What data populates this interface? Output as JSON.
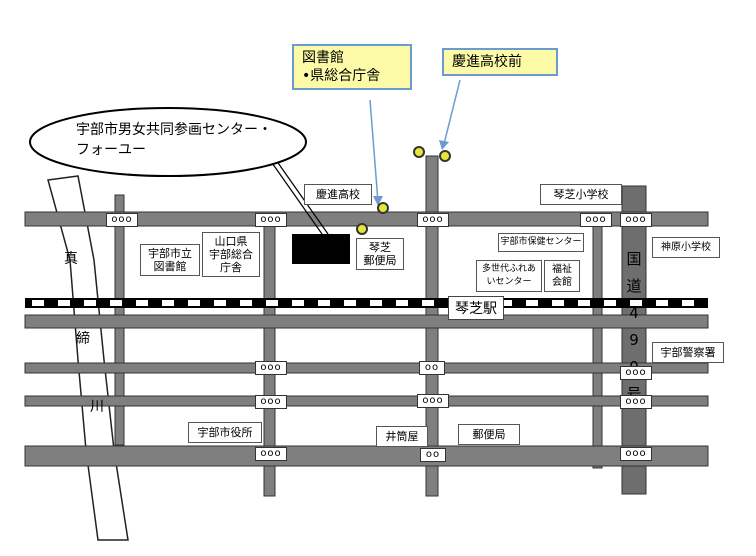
{
  "callouts": {
    "library": [
      "図書館",
      "•県総合庁舎"
    ],
    "school_stop": "慶進高校前"
  },
  "center_name": [
    "宇部市男女共同参画センター・",
    "フォーユー"
  ],
  "river": {
    "chars": [
      "真",
      "締",
      "川"
    ]
  },
  "station": "琴芝駅",
  "route": {
    "chars": [
      "国",
      "道",
      "4",
      "9",
      "0",
      "号"
    ]
  },
  "labels": {
    "keishin_school": "慶進高校",
    "kotoshiba_elem": "琴芝小学校",
    "city_library": [
      "宇部市立",
      "図書館"
    ],
    "pref_office": [
      "山口県",
      "宇部総合",
      "庁舎"
    ],
    "kotoshiba_post": [
      "琴芝",
      "郵便局"
    ],
    "health_center": "宇部市保健センター",
    "welfare_center": [
      "多世代ふれあ",
      "いセンター"
    ],
    "welfare_hall": [
      "福祉",
      "会館"
    ],
    "kamihara_elem": "神原小学校",
    "police": "宇部警察署",
    "city_hall": "宇部市役所",
    "izutsuya": "井筒屋",
    "post_office": "郵便局"
  },
  "signals": {
    "three": "ooo",
    "two": "oo"
  },
  "colors": {
    "road": "#7f7f7f",
    "road_edge": "#333333",
    "railway": "#000000",
    "highway": "#6e6e6e",
    "building": "#000000",
    "stop_marker": "#e6e63a",
    "callout_fill": "#fdfba8",
    "callout_border": "#6b9bd1"
  }
}
